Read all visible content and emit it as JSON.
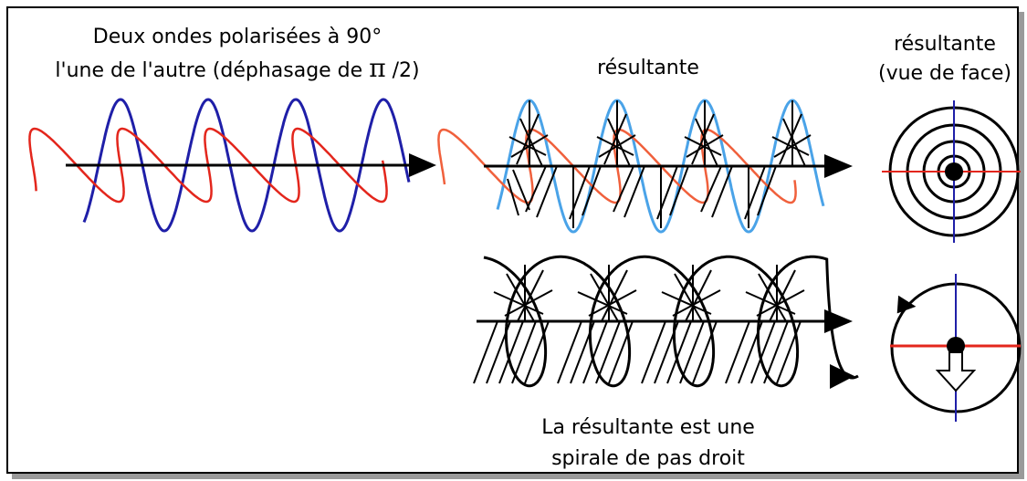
{
  "labels": {
    "left_title_line1": "Deux ondes polarisées à 90°",
    "left_title_line2_a": "l'une de l'autre (déphasage de ",
    "left_title_line2_pi": "π",
    "left_title_line2_b": " /2)",
    "resultant": "résultante",
    "front_view_line1": "résultante",
    "front_view_line2": "(vue de face)",
    "caption_line1": "La résultante est une",
    "caption_line2": "spirale de pas droit"
  },
  "colors": {
    "vertical_wave": "#1f1fa8",
    "horizontal_wave": "#e3261c",
    "vertical_wave_light": "#4aa3e8",
    "horizontal_wave_light": "#f0603c",
    "ink": "#000000",
    "front_view_vertical_axis": "#1f1fa8",
    "front_view_horizontal_axis": "#e3261c"
  }
}
